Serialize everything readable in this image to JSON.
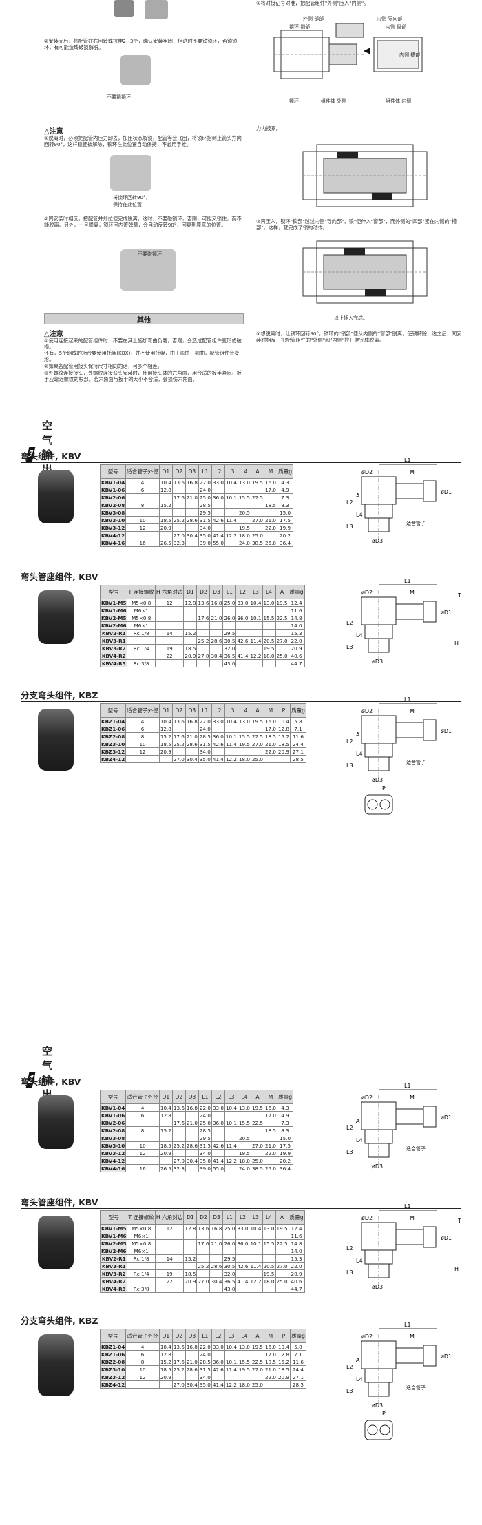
{
  "top": {
    "left_note1": "②安装完后，将配管在右回转或拉伸2~3个，确认安装牢固，但这时不要锁锁环，否锁锁环，有可能造成破损解脱。",
    "no_lock_label": "不要锁锁环",
    "caution_heading": "△注意",
    "caution1": "①脱离时，必须把配管内压力卸去，加压状态解锁，配管等会飞出，将锁环指到上箭头方向回转90°，这样锁便被解除，锁环在此位置自动保持，不必用手推。",
    "lock90_label1": "将锁环回转90°，",
    "lock90_label2": "保持在此位置",
    "caution2": "②同安装时相反，把配管并外拉便完成脱离，这时，不要碰锁环，否则，可能又锁住，而不能脱离。另外，一旦脱离，锁环回内置弹簧，会自动反转90°，回复到原来的位置。",
    "no_touch_label": "不要碰锁环",
    "other_bar": "其他",
    "other_heading": "△注意",
    "other1": "①使用连接起来的配管组件时，不要在其上施加弯曲负载，否则，会造成配管组件变形或破损。",
    "other1b": "还有，5个组成的场合要使用托架(KBX)，并不使用托架，由于弯曲，翘曲，配管组件会变形。",
    "other2": "②如果各配管用接头保持尺寸相同的话，可多个相连。",
    "other3": "③外螺纹连接接头，外螺纹连接弯头安装时，使用接头体的六角面，用合适的扳手紧固。扳手应靠近螺纹的根部。若六角面与扳手的大小不合适，会损伤六角面。",
    "right_note1": "①将对接记号对准，把配管组件\"外侧\"压入\"内侧\"。",
    "r_label_outer": "外侧 部部",
    "r_label_lock": "锁环 锁部",
    "r_label_inner": "内侧 导向部",
    "r_label_inner2": "内侧 窗部",
    "r_label_inner3": "内侧 槽部",
    "r_label_body": "组件体 外侧",
    "r_label_locking": "锁环",
    "r_label_body2": "组件体 内侧",
    "right_note_cut": "力内按系。",
    "right_note3": "③再压入，锁环\"锁部\"越过内侧\"导向部\"，锁\"便伸入\"窗部\"，而外侧的\"凹部\"紧在内侧的\"槽部\"，这样，就完成了锁的动作。",
    "install_done": "以上插入完成。",
    "right_note4": "④想脱离时，让锁环回转90°，锁环的\"锁部\"便从内侧的\"窗部\"脱离，使锁解除，这之后，同安装时相反，把配管组件的\"外侧\"和\"内侧\"拉开便完成脱离。"
  },
  "sections": [
    {
      "num": "1",
      "title": "空气输出口",
      "kbv": {
        "title": "弯头组件, KBV",
        "headers": [
          "型号",
          "适合管子外径",
          "D1",
          "D2",
          "D3",
          "L1",
          "L2",
          "L3",
          "L4",
          "A",
          "M",
          "质量g"
        ],
        "rows": [
          [
            "KBV1-04",
            "4",
            "10.4",
            "13.6",
            "16.8",
            "22.0",
            "33.0",
            "10.4",
            "13.0",
            "19.5",
            "16.0",
            "4.3"
          ],
          [
            "KBV1-06",
            "6",
            "12.8",
            "",
            "",
            "24.0",
            "",
            "",
            "",
            "",
            "17.0",
            "4.9"
          ],
          [
            "KBV2-06",
            "",
            "",
            "17.6",
            "21.0",
            "25.0",
            "36.0",
            "10.1",
            "15.5",
            "22.5",
            "",
            "7.3"
          ],
          [
            "KBV2-08",
            "8",
            "15.2",
            "",
            "",
            "28.5",
            "",
            "",
            "",
            "",
            "18.5",
            "8.3"
          ],
          [
            "KBV3-08",
            "",
            "",
            "",
            "",
            "29.5",
            "",
            "",
            "20.5",
            "",
            "",
            "15.0"
          ],
          [
            "KBV3-10",
            "10",
            "18.5",
            "25.2",
            "28.6",
            "31.5",
            "42.6",
            "11.4",
            "",
            "27.0",
            "21.0",
            "17.5"
          ],
          [
            "KBV3-12",
            "12",
            "20.9",
            "",
            "",
            "34.0",
            "",
            "",
            "19.5",
            "",
            "22.0",
            "19.9"
          ],
          [
            "KBV4-12",
            "",
            "",
            "27.0",
            "30.4",
            "35.0",
            "41.4",
            "12.2",
            "18.0",
            "25.0",
            "",
            "20.2"
          ],
          [
            "KBV4-16",
            "16",
            "26.5",
            "32.3",
            "",
            "39.0",
            "55.0",
            "",
            "24.0",
            "38.5",
            "25.0",
            "36.4"
          ]
        ]
      },
      "kbvr": {
        "title": "弯头管座组件, KBV",
        "headers": [
          "型号",
          "T 连接螺纹",
          "H 六角对边",
          "D1",
          "D2",
          "D3",
          "L1",
          "L2",
          "L3",
          "L4",
          "A",
          "质量g"
        ],
        "rows": [
          [
            "KBV1-M5",
            "M5×0.8",
            "12",
            "12.8",
            "13.6",
            "16.8",
            "25.0",
            "33.0",
            "10.4",
            "13.0",
            "19.5",
            "12.4"
          ],
          [
            "KBV1-M6",
            "M6×1",
            "",
            "",
            "",
            "",
            "",
            "",
            "",
            "",
            "",
            "11.6"
          ],
          [
            "KBV2-M5",
            "M5×0.8",
            "",
            "",
            "17.6",
            "21.0",
            "26.0",
            "36.0",
            "10.1",
            "15.5",
            "22.5",
            "14.8"
          ],
          [
            "KBV2-M6",
            "M6×1",
            "",
            "",
            "",
            "",
            "",
            "",
            "",
            "",
            "",
            "14.0"
          ],
          [
            "KBV2-R1",
            "Rc 1/8",
            "14",
            "15.2",
            "",
            "",
            "29.5",
            "",
            "",
            "",
            "",
            "15.3"
          ],
          [
            "KBV3-R1",
            "",
            "",
            "",
            "25.2",
            "28.6",
            "30.5",
            "42.6",
            "11.4",
            "20.5",
            "27.0",
            "22.0"
          ],
          [
            "KBV3-R2",
            "Rc 1/4",
            "19",
            "18.5",
            "",
            "",
            "32.0",
            "",
            "",
            "19.5",
            "",
            "20.9"
          ],
          [
            "KBV4-R2",
            "",
            "22",
            "20.9",
            "27.0",
            "30.4",
            "36.5",
            "41.4",
            "12.2",
            "18.0",
            "25.0",
            "40.6"
          ],
          [
            "KBV4-R3",
            "Rc 3/8",
            "",
            "",
            "",
            "",
            "43.0",
            "",
            "",
            "",
            "",
            "44.7"
          ]
        ]
      },
      "kbz": {
        "title": "分支弯头组件, KBZ",
        "headers": [
          "型号",
          "适合管子外径",
          "D1",
          "D2",
          "D3",
          "L1",
          "L2",
          "L3",
          "L4",
          "A",
          "M",
          "P",
          "质量g"
        ],
        "rows": [
          [
            "KBZ1-04",
            "4",
            "10.4",
            "13.6",
            "16.8",
            "22.0",
            "33.0",
            "10.4",
            "13.0",
            "19.5",
            "16.0",
            "10.4",
            "5.8"
          ],
          [
            "KBZ1-06",
            "6",
            "12.8",
            "",
            "",
            "24.0",
            "",
            "",
            "",
            "",
            "17.0",
            "12.8",
            "7.1"
          ],
          [
            "KBZ2-08",
            "8",
            "15.2",
            "17.6",
            "21.0",
            "28.5",
            "36.0",
            "10.1",
            "15.5",
            "22.5",
            "18.5",
            "15.2",
            "11.6"
          ],
          [
            "KBZ3-10",
            "10",
            "18.5",
            "25.2",
            "28.6",
            "31.5",
            "42.6",
            "11.4",
            "19.5",
            "27.0",
            "21.0",
            "18.5",
            "24.4"
          ],
          [
            "KBZ3-12",
            "12",
            "20.9",
            "",
            "",
            "34.0",
            "",
            "",
            "",
            "",
            "22.0",
            "20.9",
            "27.1"
          ],
          [
            "KBZ4-12",
            "",
            "",
            "27.0",
            "30.4",
            "35.0",
            "41.4",
            "12.2",
            "18.0",
            "25.0",
            "",
            "",
            "28.5"
          ]
        ]
      }
    }
  ],
  "drawing_labels": {
    "fit_tube": "适合管子",
    "L1": "L1",
    "M": "M",
    "D1": "øD1",
    "D2": "øD2",
    "D3": "øD3",
    "A": "A",
    "L2": "L2",
    "L3": "L3",
    "L4": "L4",
    "T": "T",
    "H": "H",
    "P": "P"
  },
  "colors": {
    "header_gray": "#d9d9d9",
    "pn_gray": "#e6e6e6",
    "black": "#111111"
  }
}
